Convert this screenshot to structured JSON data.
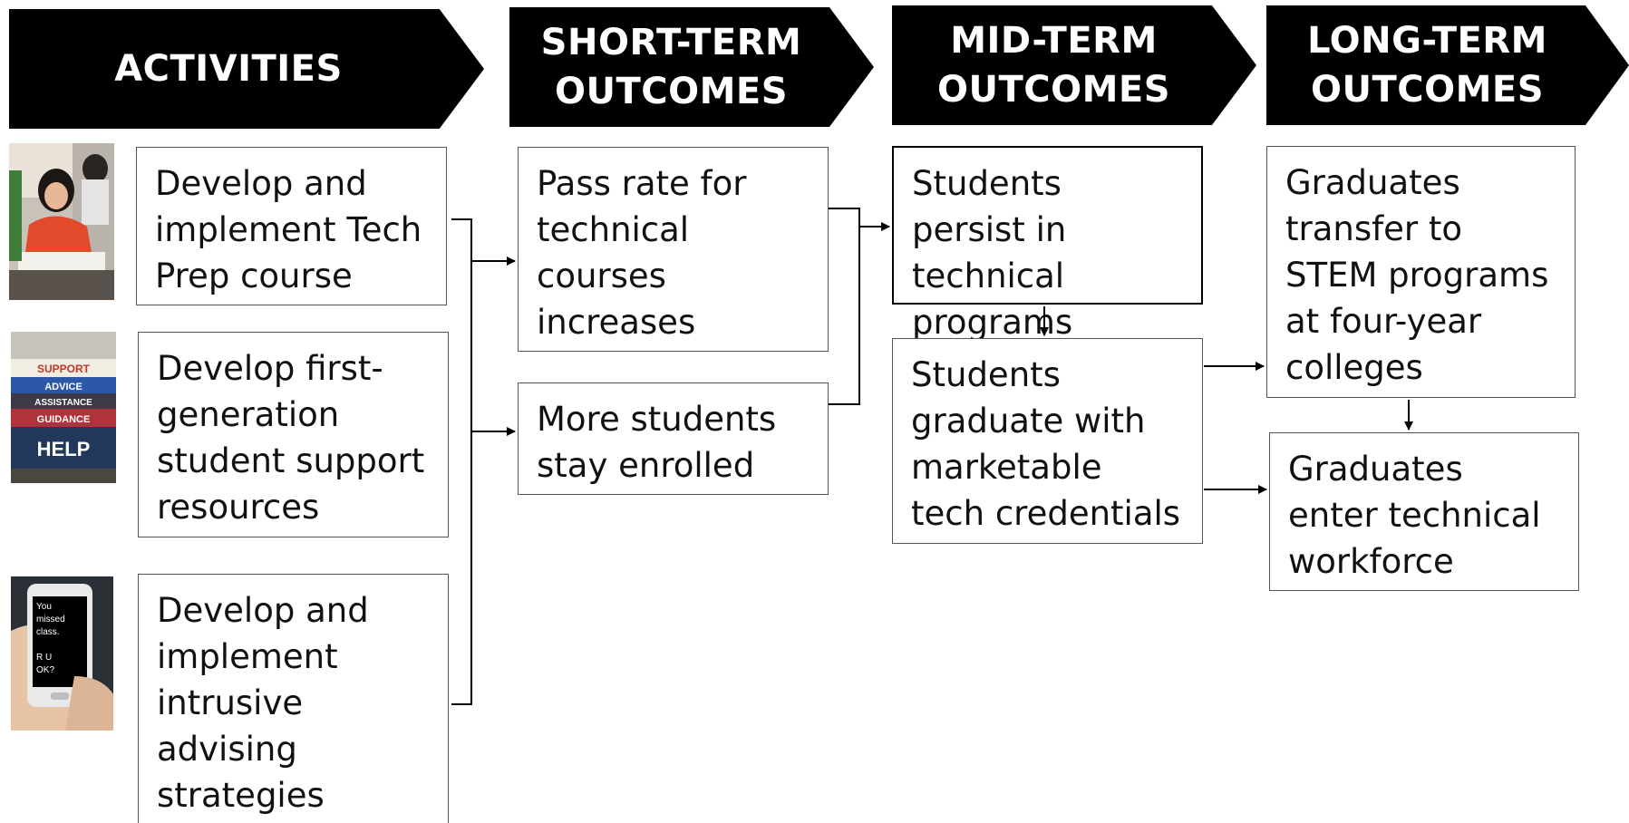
{
  "headers": {
    "activities": "ACTIVITIES",
    "short_term": {
      "line1": "SHORT-TERM",
      "line2": "OUTCOMES"
    },
    "mid_term": {
      "line1": "MID-TERM",
      "line2": "OUTCOMES"
    },
    "long_term": {
      "line1": "LONG-TERM",
      "line2": "OUTCOMES"
    }
  },
  "activities": [
    {
      "text": "Develop and implement Tech Prep course",
      "image_icon": "students-in-classroom-photo"
    },
    {
      "text": "Develop first-generation student support resources",
      "image_icon": "books-stack-photo",
      "book_labels": [
        "SUPPORT",
        "ADVICE",
        "ASSISTANCE",
        "GUIDANCE",
        "HELP"
      ]
    },
    {
      "text": "Develop and implement intrusive advising strategies",
      "image_icon": "phone-text-photo",
      "phone_text": [
        "You",
        "missed",
        "class.",
        "",
        "R U",
        "OK?"
      ]
    }
  ],
  "short_term": [
    {
      "text": "Pass rate for technical courses increases"
    },
    {
      "text": "More students stay enrolled"
    }
  ],
  "mid_term": [
    {
      "text": "Students persist in technical programs"
    },
    {
      "text": "Students graduate with marketable tech credentials"
    }
  ],
  "long_term": [
    {
      "text": "Graduates transfer to STEM programs at four-year colleges"
    },
    {
      "text": "Graduates enter technical workforce"
    }
  ],
  "colors": {
    "header_bg": "#000000",
    "header_text": "#ffffff",
    "box_border": "#555555",
    "connector": "#000000"
  }
}
